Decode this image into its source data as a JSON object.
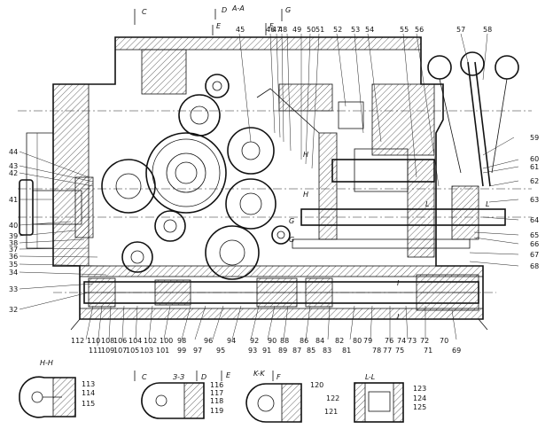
{
  "section_marks": {
    "top": [
      "C",
      "D",
      "E",
      "A-A",
      "F",
      "G"
    ],
    "views": [
      "H-H",
      "З-З",
      "K-K",
      "L-L"
    ],
    "view_letters": [
      "C",
      "D",
      "E",
      "F"
    ],
    "inline": [
      "H",
      "H",
      "G",
      "G",
      "L",
      "L",
      "I",
      "I"
    ]
  },
  "callouts": {
    "top": [
      "45",
      "46",
      "47",
      "48",
      "49",
      "50",
      "51",
      "52",
      "53",
      "54",
      "55",
      "56",
      "57",
      "58"
    ],
    "right": [
      "59",
      "60",
      "61",
      "62",
      "63",
      "64",
      "65",
      "66",
      "67",
      "68"
    ],
    "left": [
      "44",
      "43",
      "42",
      "41",
      "40",
      "39",
      "38",
      "37",
      "36",
      "35",
      "34",
      "33",
      "32"
    ],
    "bottom": [
      "112",
      "111",
      "110",
      "109",
      "108",
      "107",
      "106",
      "105",
      "104",
      "103",
      "102",
      "101",
      "100",
      "99",
      "98",
      "97",
      "96",
      "95",
      "94",
      "93",
      "92",
      "91",
      "90",
      "89",
      "88",
      "87",
      "86",
      "85",
      "84",
      "83",
      "82",
      "81",
      "80",
      "79",
      "78",
      "77",
      "76",
      "75",
      "74",
      "73",
      "72",
      "71",
      "70",
      "69"
    ],
    "view_hh": [
      "113",
      "114",
      "115"
    ],
    "view_zz": [
      "116",
      "117",
      "118",
      "119"
    ],
    "view_kk": [
      "120"
    ],
    "view_ll": [
      "122",
      "121",
      "123",
      "124",
      "125"
    ]
  }
}
